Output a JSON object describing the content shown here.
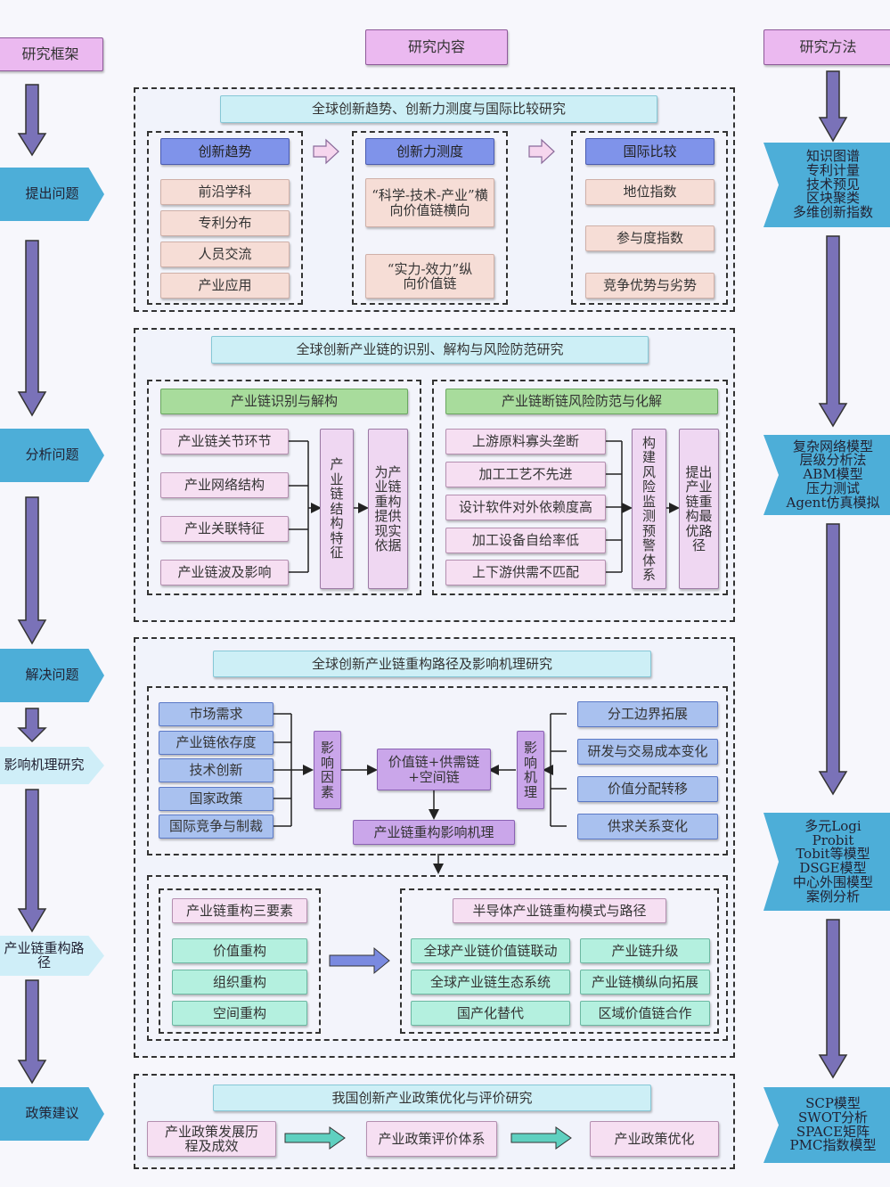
{
  "left": {
    "header": "研究框架",
    "steps": [
      "提出问题",
      "分析问题",
      "解决问题",
      "影响机理研究",
      "产业链重构路径",
      "政策建议"
    ]
  },
  "middle": {
    "header": "研究内容",
    "s1": {
      "title": "全球创新趋势、创新力测度与国际比较研究",
      "c1": {
        "head": "创新趋势",
        "items": [
          "前沿学科",
          "专利分布",
          "人员交流",
          "产业应用"
        ]
      },
      "c2": {
        "head": "创新力测度",
        "items": [
          "“科学-技术-产业”横向价值链横向",
          "“实力-效力”纵向价值链"
        ]
      },
      "c3": {
        "head": "国际比较",
        "items": [
          "地位指数",
          "参与度指数",
          "竞争优势与劣势"
        ]
      }
    },
    "s2": {
      "title": "全球创新产业链的识别、解构与风险防范研究",
      "left": {
        "head": "产业链识别与解构",
        "items": [
          "产业链关节环节",
          "产业网络结构",
          "产业关联特征",
          "产业链波及影响"
        ],
        "v1": "产业链结构特征",
        "v2": "为产业链重构提供现实依据"
      },
      "right": {
        "head": "产业链断链风险防范与化解",
        "items": [
          "上游原料寡头垄断",
          "加工工艺不先进",
          "设计软件对外依赖度高",
          "加工设备自给率低",
          "上下游供需不匹配"
        ],
        "v1": "构建风险监测预警体系",
        "v2": "提出产业链重构最优路径"
      }
    },
    "s3": {
      "title": "全球创新产业链重构路径及影响机理研究",
      "factors": [
        "市场需求",
        "产业链依存度",
        "技术创新",
        "国家政策",
        "国际竞争与制裁"
      ],
      "factor_label": "影响因素",
      "center": "价值链+供需链+空间链",
      "mech_label": "影响机理",
      "effects": [
        "分工边界拓展",
        "研发与交易成本变化",
        "价值分配转移",
        "供求关系变化"
      ],
      "bottom": "产业链重构影响机理",
      "elements": {
        "head": "产业链重构三要素",
        "items": [
          "价值重构",
          "组织重构",
          "空间重构"
        ]
      },
      "paths": {
        "head": "半导体产业链重构模式与路径",
        "items": [
          "全球产业链价值链联动",
          "产业链升级",
          "全球产业链生态系统",
          "产业链横纵向拓展",
          "国产化替代",
          "区域价值链合作"
        ]
      }
    },
    "s4": {
      "title": "我国创新产业政策优化与评价研究",
      "items": [
        "产业政策发展历程及成效",
        "产业政策评价体系",
        "产业政策优化"
      ]
    }
  },
  "right": {
    "header": "研究方法",
    "methods": [
      [
        "知识图谱",
        "专利计量",
        "技术预见",
        "区块聚类",
        "多维创新指数"
      ],
      [
        "复杂网络模型",
        "层级分析法",
        "ABM模型",
        "压力测试",
        "Agent仿真模拟"
      ],
      [
        "多元Logi",
        "Probit",
        "Tobit等模型",
        "DSGE模型",
        "中心外围模型",
        "案例分析"
      ],
      [
        "SCP模型",
        "SWOT分析",
        "SPACE矩阵",
        "PMC指数模型"
      ]
    ]
  }
}
